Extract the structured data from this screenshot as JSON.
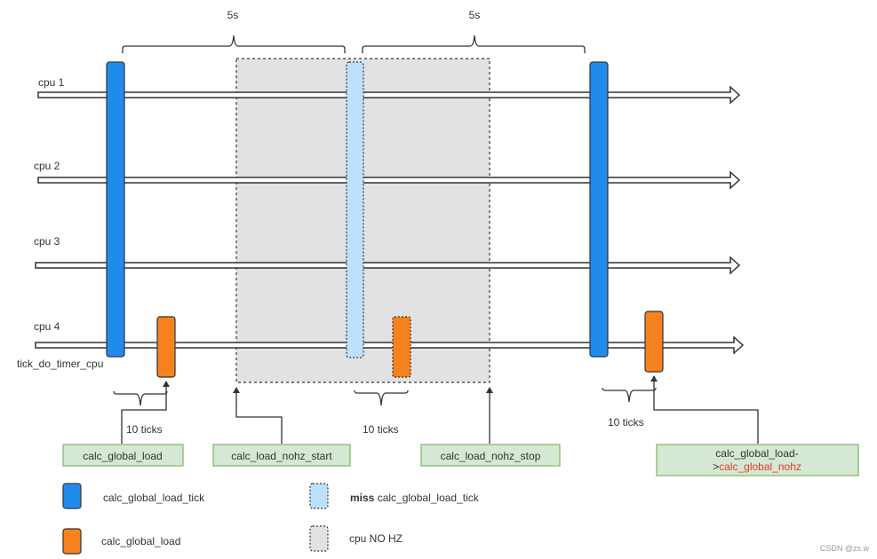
{
  "braces": {
    "top_left": "5s",
    "top_right": "5s"
  },
  "cpus": [
    {
      "label": "cpu 1"
    },
    {
      "label": "cpu 2"
    },
    {
      "label": "cpu 3"
    },
    {
      "label": "cpu 4"
    }
  ],
  "side_label": "tick_do_timer_cpu",
  "tick_labels": {
    "first": "10 ticks",
    "second": "10 ticks",
    "third": "10 ticks"
  },
  "callouts": {
    "calc_global_load": "calc_global_load",
    "nohz_start": "calc_load_nohz_start",
    "nohz_stop": "calc_load_nohz_stop",
    "nohz_line1": "calc_global_load-",
    "nohz_line2_prefix": ">",
    "nohz_line2_highlight": "calc_global_nohz"
  },
  "legend": {
    "tick": "calc_global_load_tick",
    "miss_bold": "miss",
    "miss_rest": " calc_global_load_tick",
    "load": "calc_global_load",
    "nohz": "cpu NO HZ"
  },
  "watermark": "CSDN @zs.w",
  "colors": {
    "blue": "#1f8ceb",
    "light_blue": "#bfe0fb",
    "orange": "#f5821f",
    "grey_region": "#e2e2e2",
    "callout_fill": "#d5e8d4",
    "callout_border": "#82b366",
    "red_text": "#e8342f"
  }
}
